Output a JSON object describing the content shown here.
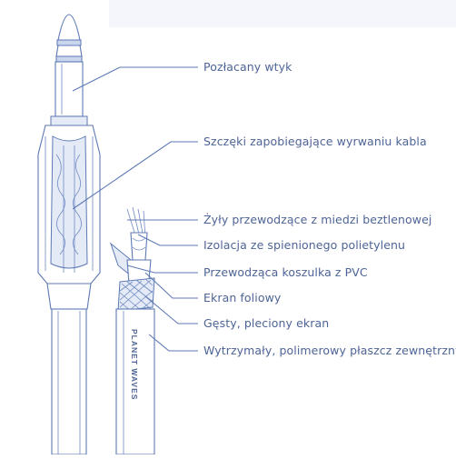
{
  "labels": [
    "Pozłacany wtyk",
    "Szczęki zapobiegające wyrwaniu kabla",
    "Żyły przewodzące z miedzi beztlenowej",
    "Izolacja ze spienionego polietylenu",
    "Przewodząca koszulka z PVC",
    "Ekran foliowy",
    "Gęsty, pleciony ekran",
    "Wytrzymały, polimerowy płaszcz zewnętrzny"
  ],
  "cable_print": "PLANET WAVES",
  "colors": {
    "line": "#5d79b5",
    "text": "#4e6496",
    "fill": "#e4ebf7"
  },
  "icons": [
    "jack-plug-drawing",
    "cable-cross-section-drawing"
  ]
}
